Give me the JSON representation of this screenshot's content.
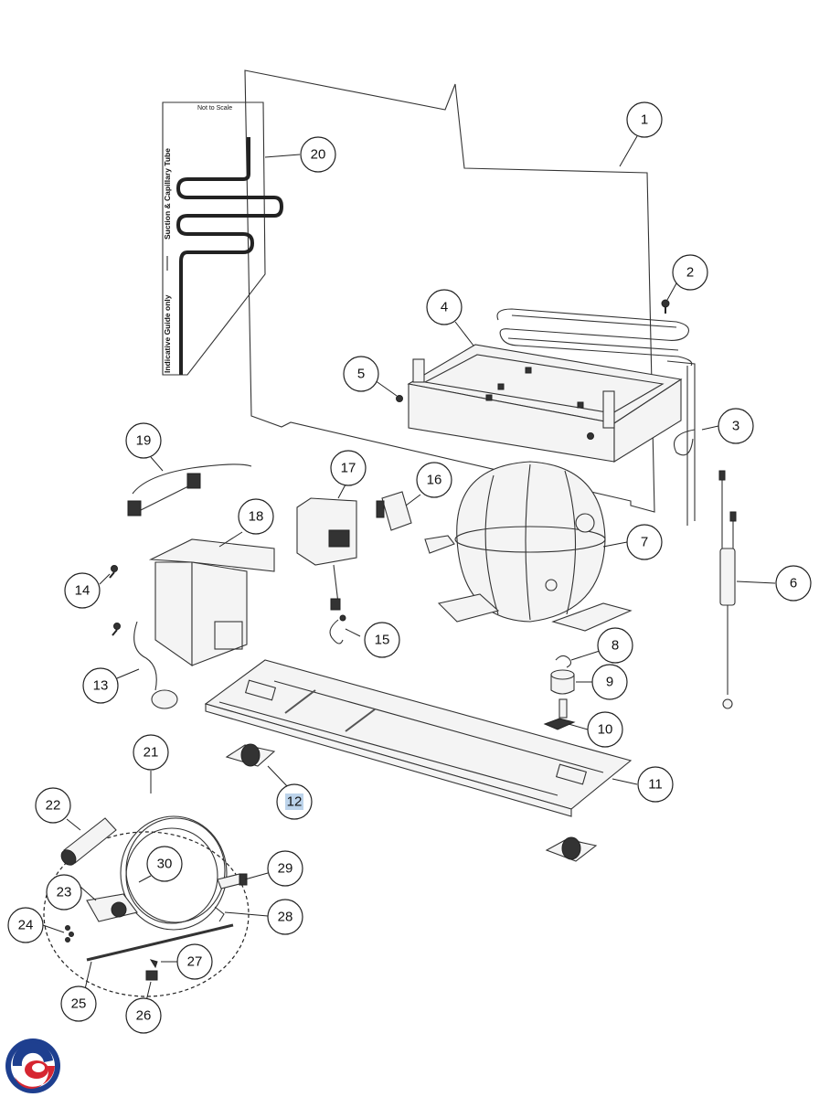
{
  "diagram": {
    "guide_note": "Not to Scale",
    "guide_text_1": "Suction & Capillary Tube",
    "guide_text_2": "Indicative Guide only",
    "highlighted_callout": "12",
    "callouts": [
      "1",
      "2",
      "3",
      "4",
      "5",
      "6",
      "7",
      "8",
      "9",
      "10",
      "11",
      "12",
      "13",
      "14",
      "15",
      "16",
      "17",
      "18",
      "19",
      "20",
      "21",
      "22",
      "23",
      "24",
      "25",
      "26",
      "27",
      "28",
      "29",
      "30"
    ]
  },
  "logo": {
    "name": "brand-logo",
    "colors": [
      "#1e3f8f",
      "#d62631"
    ]
  }
}
